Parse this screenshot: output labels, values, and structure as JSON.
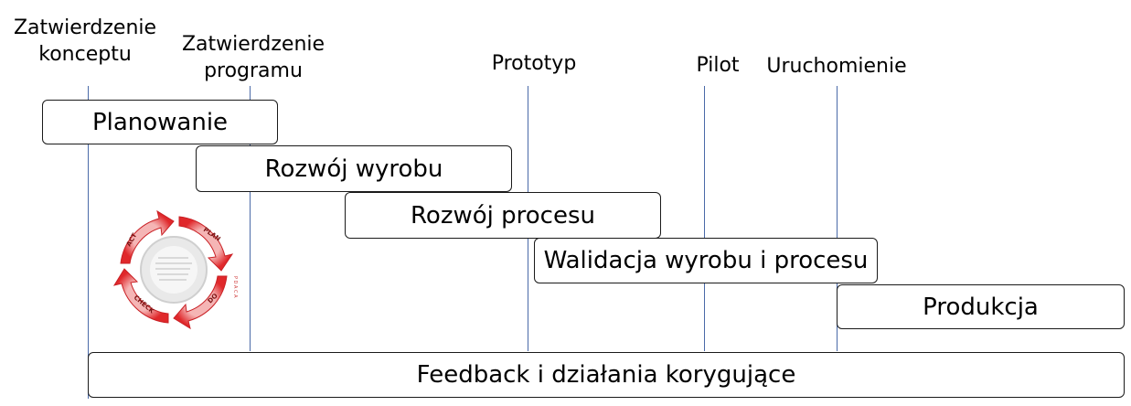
{
  "milestones": [
    {
      "label": "Zatwierdzenie\nkonceptu"
    },
    {
      "label": "Zatwierdzenie\nprogramu"
    },
    {
      "label": "Prototyp"
    },
    {
      "label": "Pilot"
    },
    {
      "label": "Uruchomienie"
    }
  ],
  "phases": [
    {
      "label": "Planowanie"
    },
    {
      "label": "Rozwój wyrobu"
    },
    {
      "label": "Rozwój procesu"
    },
    {
      "label": "Walidacja wyrobu i procesu"
    },
    {
      "label": "Produkcja"
    },
    {
      "label": "Feedback i działania korygujące"
    }
  ],
  "pdca": {
    "plan": "PLAN",
    "do": "DO",
    "check": "CHECK",
    "act": "ACT",
    "side_text": "P D A C A"
  },
  "colors": {
    "milestone_line": "#4a6aa8",
    "pdca_red": "#e0282b",
    "pdca_light": "#f3a6a6"
  }
}
